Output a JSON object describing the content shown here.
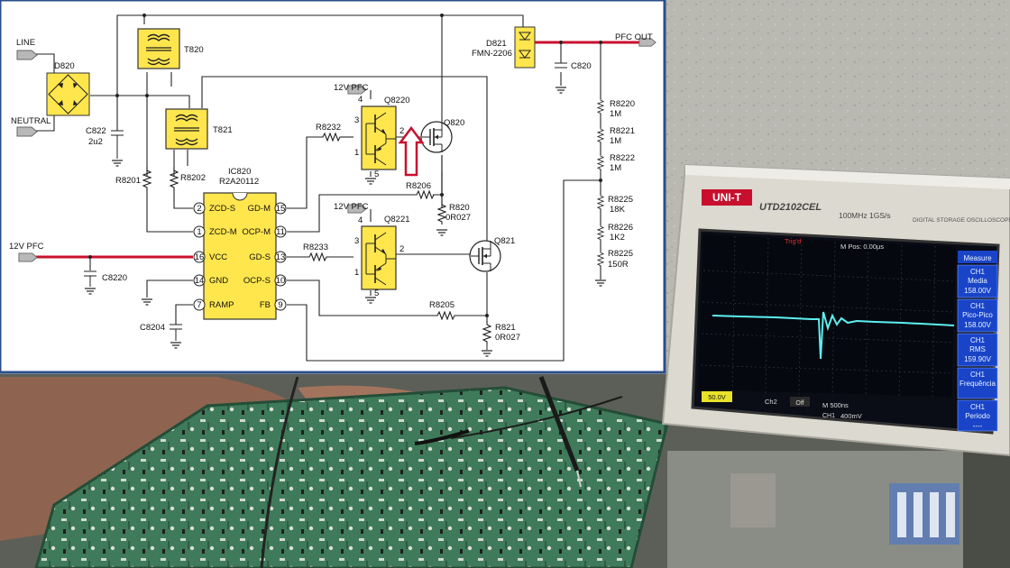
{
  "schematic": {
    "labels": {
      "line": "LINE",
      "neutral": "NEUTRAL",
      "d820": "D820",
      "t820": "T820",
      "t821": "T821",
      "c822": "C822",
      "c822v": "2u2",
      "r8201": "R8201",
      "r8202": "R8202",
      "ic_name": "IC820",
      "ic_part": "R2A20112",
      "vpfc_in": "12V PFC",
      "c8220": "C8220",
      "c8204": "C8204",
      "v12a": "12V PFC",
      "v12b": "12V PFC",
      "q8220": "Q8220",
      "q8221": "Q8221",
      "q820": "Q820",
      "q821": "Q821",
      "r8232": "R8232",
      "r8233": "R8233",
      "r8206": "R8206",
      "r8205": "R8205",
      "r820": "R820",
      "r820v": "0R027",
      "r821": "R821",
      "r821v": "0R027",
      "d821": "D821",
      "d821p": "FMN-2206",
      "pfc_out": "PFC OUT",
      "c820": "C820",
      "r8220": "R8220",
      "r8220v": "1M",
      "r8221": "R8221",
      "r8221v": "1M",
      "r8222": "R8222",
      "r8222v": "1M",
      "r8225a": "R8225",
      "r8225av": "18K",
      "r8226": "R8226",
      "r8226v": "1K2",
      "r8225b": "R8225",
      "r8225bv": "150R"
    },
    "ic_pins": {
      "zcd_s": "ZCD-S",
      "zcd_m": "ZCD-M",
      "vcc": "VCC",
      "gnd": "GND",
      "ramp": "RAMP",
      "gd_m": "GD-M",
      "ocp_m": "OCP-M",
      "gd_s": "GD-S",
      "ocp_s": "OCP-S",
      "fb": "FB",
      "n2": "2",
      "n1": "1",
      "n16": "16",
      "n14": "14",
      "n7": "7",
      "n15": "15",
      "n11": "11",
      "n13": "13",
      "n10": "10",
      "n9": "9"
    },
    "q_pins": {
      "p4": "4",
      "p3": "3",
      "p2": "2",
      "p1": "1",
      "p5": "5"
    }
  },
  "scope": {
    "brand": "UNI-T",
    "model": "UTD2102CEL",
    "specs": "100MHz  1GS/s",
    "kind": "DIGITAL STORAGE OSCILLOSCOPE",
    "trig": "Trig'd",
    "mpos": "M Pos: 0.00µs",
    "measure_title": "Measure",
    "measures": [
      {
        "ch": "CH1",
        "name": "Media",
        "value": "158.00V"
      },
      {
        "ch": "CH1",
        "name": "Pico-Pico",
        "value": "158.00V"
      },
      {
        "ch": "CH1",
        "name": "RMS",
        "value": "159.90V"
      },
      {
        "ch": "CH1",
        "name": "Frequência",
        "value": ""
      },
      {
        "ch": "CH1",
        "name": "Periodo",
        "value": "----"
      }
    ],
    "ch1": "50.0V",
    "ch2": "Ch2",
    "off": "Off",
    "time": "M 500ns",
    "trig_ch": "CH1",
    "trig_lvl": "400mV"
  },
  "accent": {
    "red_trace": "#c8102e",
    "part_fill": "#ffe64d",
    "scope_blue": "#1a44c8"
  }
}
